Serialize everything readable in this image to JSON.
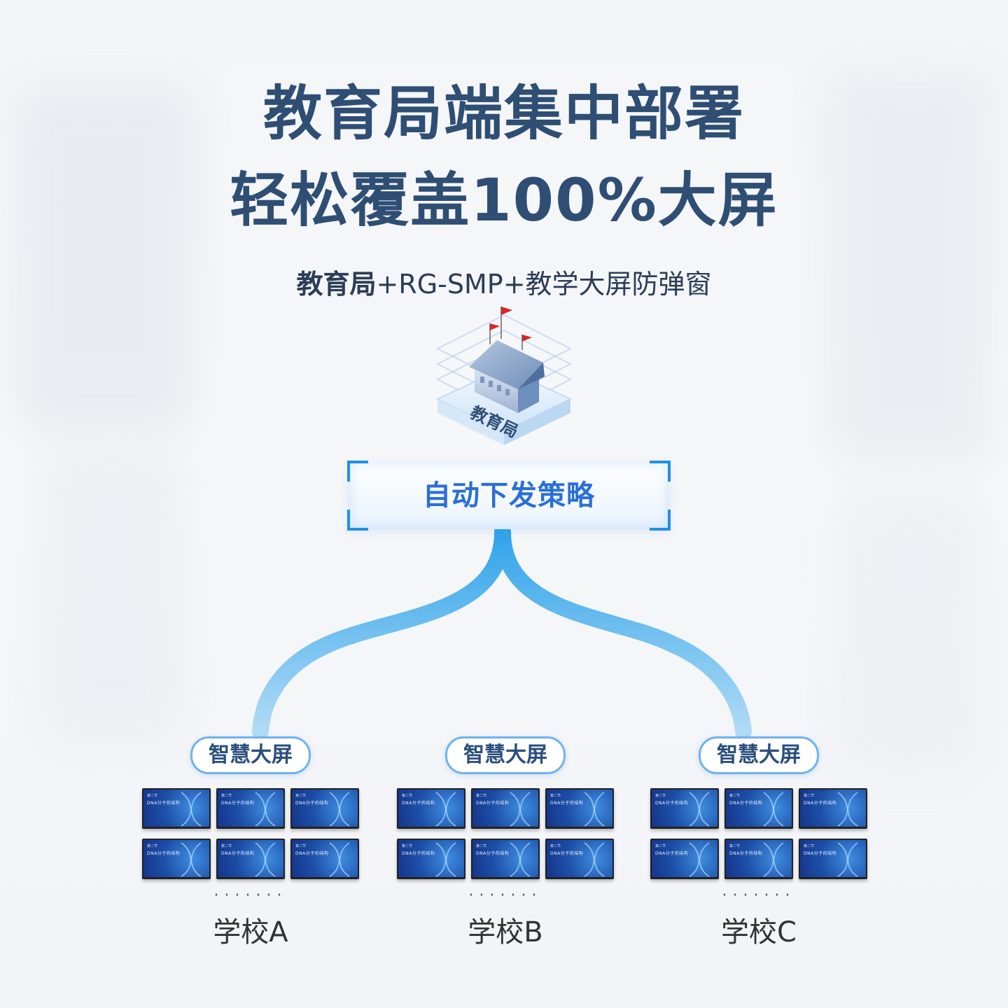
{
  "title_line1": "教育局端集中部署",
  "title_line2": "轻松覆盖100%大屏",
  "subtitle": {
    "part1": "教育局",
    "part2": "+RG-SMP+教学大屏防弹窗"
  },
  "bureau_label": "教育局",
  "policy_label": "自动下发策略",
  "screen_text": {
    "line1": "第二节",
    "line2": "DNA分子的结构"
  },
  "dots": "·······",
  "groups": [
    {
      "pill": "智慧大屏",
      "school": "学校A"
    },
    {
      "pill": "智慧大屏",
      "school": "学校B"
    },
    {
      "pill": "智慧大屏",
      "school": "学校C"
    }
  ],
  "colors": {
    "title": "#2f4e74",
    "accent": "#1f8fea",
    "policy_text": "#2a6fd6",
    "flag": "#d7262e"
  }
}
